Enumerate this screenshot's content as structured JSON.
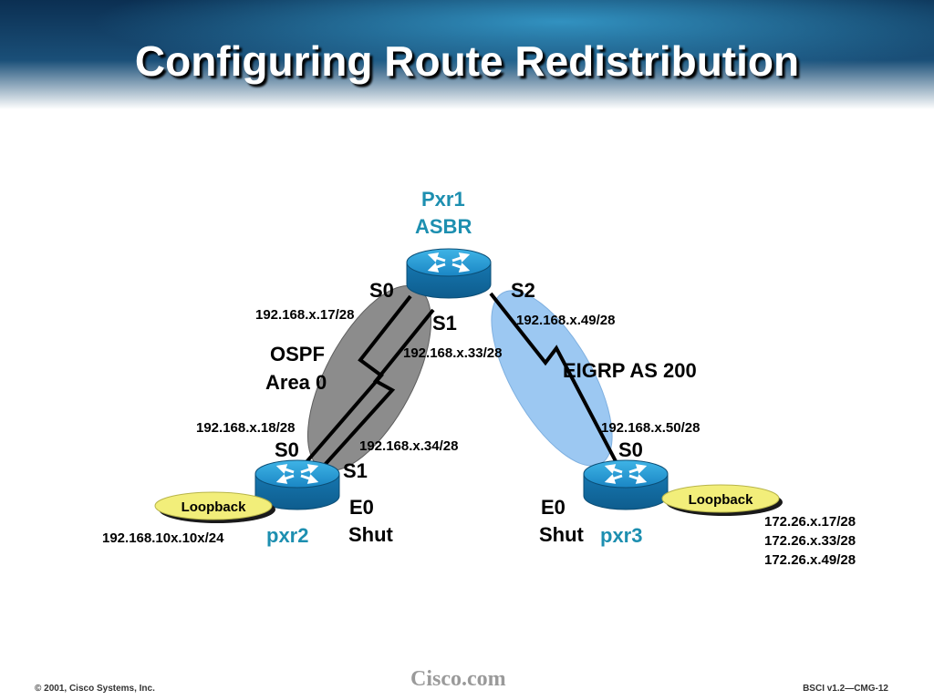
{
  "slide": {
    "title": "Configuring Route Redistribution",
    "footer_left": "© 2001, Cisco Systems, Inc.",
    "footer_center": "Cisco.com",
    "footer_right": "BSCI v1.2—CMG-12"
  },
  "routers": {
    "pxr1": {
      "name": "Pxr1",
      "role": "ASBR"
    },
    "pxr2": {
      "name": "pxr2"
    },
    "pxr3": {
      "name": "pxr3"
    }
  },
  "interfaces": {
    "pxr1_s0": "S0",
    "pxr1_s1": "S1",
    "pxr1_s2": "S2",
    "pxr2_s0": "S0",
    "pxr2_s1": "S1",
    "pxr3_s0": "S0",
    "pxr2_e0": [
      "E0",
      "Shut"
    ],
    "pxr3_e0": [
      "E0",
      "Shut"
    ]
  },
  "addresses": {
    "pxr1_s0": "192.168.x.17/28",
    "pxr1_s1": "192.168.x.33/28",
    "pxr1_s2": "192.168.x.49/28",
    "pxr2_s0": "192.168.x.18/28",
    "pxr2_s1": "192.168.x.34/28",
    "pxr3_s0": "192.168.x.50/28",
    "pxr2_loopback": "192.168.10x.10x/24",
    "pxr3_loopbacks": [
      "172.26.x.17/28",
      "172.26.x.33/28",
      "172.26.x.49/28"
    ]
  },
  "areas": {
    "ospf": [
      "OSPF",
      "Area 0"
    ],
    "eigrp": "EIGRP AS 200"
  },
  "loopback_label": "Loopback",
  "colors": {
    "router": "#1c8fc9",
    "ospf_area": "#8c8c8c",
    "eigrp_area": "#9cc8f2",
    "loopback": "#f2ee7a",
    "router_label": "#1d8fb0"
  }
}
